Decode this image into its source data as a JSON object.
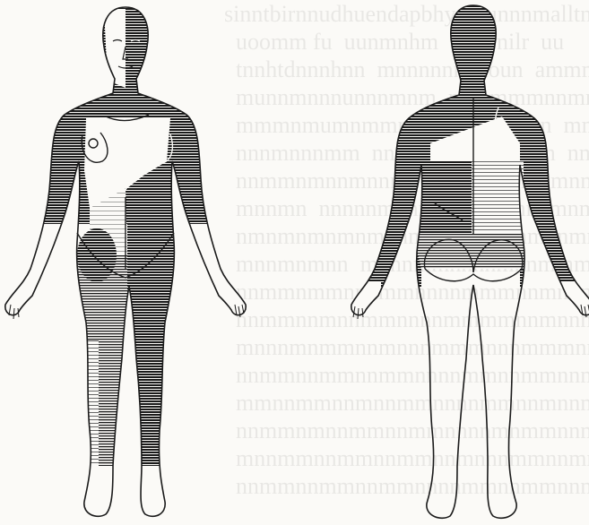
{
  "figure": {
    "front_view": {
      "upper_body_shading": "dark",
      "left_leg_shading": "light",
      "right_leg_shading": "dark"
    },
    "back_view": {
      "upper_body_shading": "dark",
      "lower_back_left_shading": "dark",
      "lower_back_right_shading": "light",
      "legs_shading": "none"
    },
    "colors": {
      "ink": "#1b1b1b",
      "paper": "#fbfaf7"
    }
  }
}
